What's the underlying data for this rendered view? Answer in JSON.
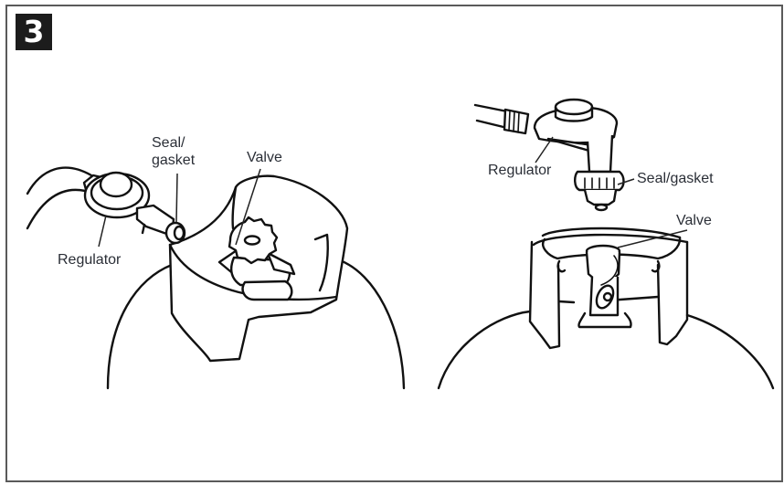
{
  "step": {
    "number": "3"
  },
  "left_scene": {
    "labels": {
      "seal_gasket": "Seal/\ngasket",
      "valve": "Valve",
      "regulator": "Regulator"
    }
  },
  "right_scene": {
    "labels": {
      "regulator": "Regulator",
      "seal_gasket": "Seal/gasket",
      "valve": "Valve"
    }
  },
  "colors": {
    "badge_background": "#1c1c1c",
    "badge_text": "#ffffff",
    "label_text": "#2a2e36",
    "line_art": "#111111",
    "frame_border": "#5a5a5a"
  }
}
